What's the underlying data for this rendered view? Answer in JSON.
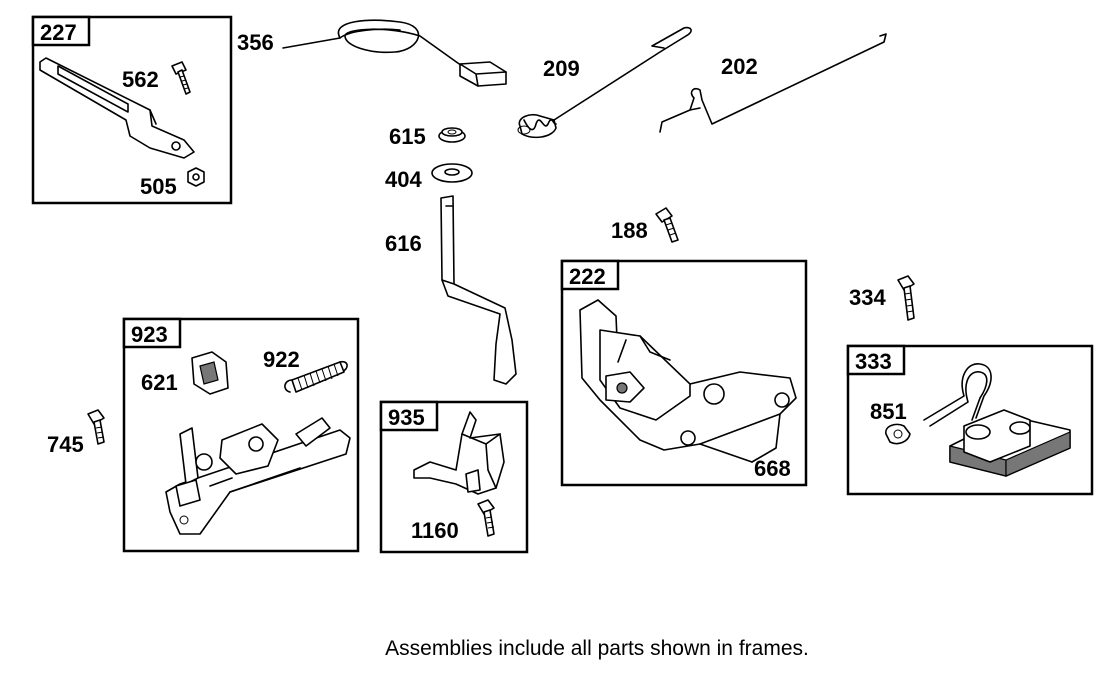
{
  "frames": [
    {
      "id": "227"
    },
    {
      "id": "923"
    },
    {
      "id": "935"
    },
    {
      "id": "222"
    },
    {
      "id": "333"
    }
  ],
  "labels": {
    "p227": "227",
    "p562": "562",
    "p505": "505",
    "p356": "356",
    "p209": "209",
    "p202": "202",
    "p615": "615",
    "p404": "404",
    "p616": "616",
    "p188": "188",
    "p222": "222",
    "p668": "668",
    "p334": "334",
    "p333": "333",
    "p851": "851",
    "p923": "923",
    "p621": "621",
    "p922": "922",
    "p745": "745",
    "p935": "935",
    "p1160": "1160"
  },
  "footnote": "Assemblies include all parts shown in frames."
}
